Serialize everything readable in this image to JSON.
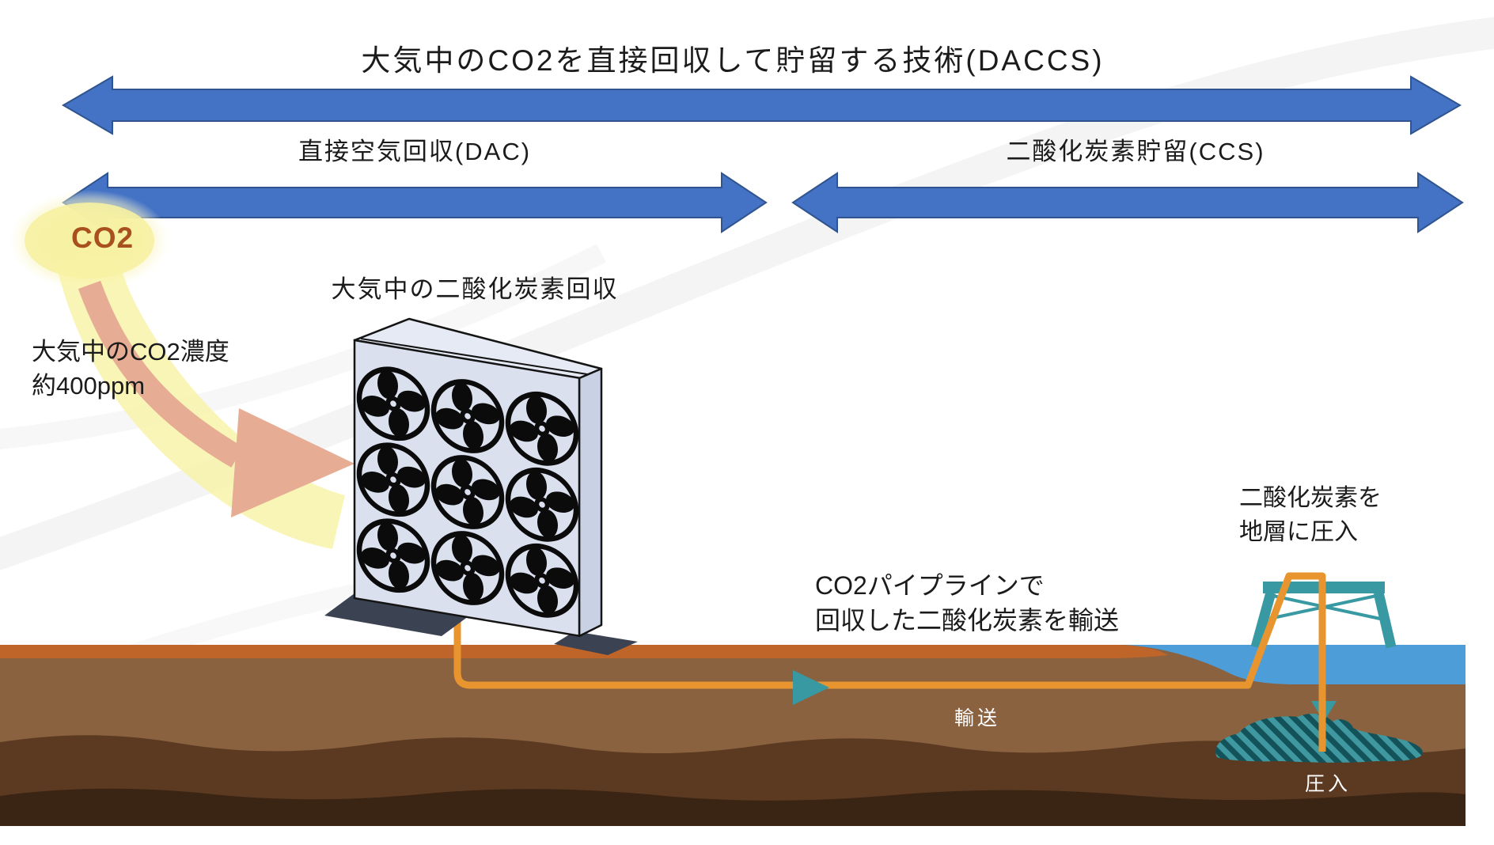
{
  "header": {
    "daccs_title": "大気中のCO2を直接回収して貯留する技術(DACCS)",
    "dac_label": "直接空気回収(DAC)",
    "ccs_label": "二酸化炭素貯留(CCS)"
  },
  "atmosphere": {
    "co2_badge": "CO2",
    "concentration_line1": "大気中のCO2濃度",
    "concentration_line2": "約400ppm"
  },
  "capture": {
    "label": "大気中の二酸化炭素回収",
    "fan_rows": 3,
    "fan_cols": 3
  },
  "transport": {
    "line1": "CO2パイプラインで",
    "line2": "回収した二酸化炭素を輸送",
    "flow_label": "輸送"
  },
  "storage": {
    "line1": "二酸化炭素を",
    "line2": "地層に圧入",
    "flow_label": "圧入"
  },
  "palette": {
    "arrow_blue": "#4472c4",
    "arrow_border": "#2f548f",
    "co2_text": "#a8511f",
    "glow_yellow": "#f6f1a2",
    "salmon": "#e6ac94",
    "unit_face": "#dae0ee",
    "unit_side": "#c9d1e4",
    "unit_top": "#e6eaf4",
    "shadow_slate": "#3b4251",
    "pipe_orange": "#e8952f",
    "teal": "#3999a3",
    "water_blue": "#4d9ed8",
    "soil_strip": "#c0652a",
    "soil_mid": "#8a6240",
    "soil_dark": "#5c3a21",
    "soil_darkest": "#3a2413",
    "hatch_dark": "#14525a",
    "hatch_light": "#3f98a0"
  }
}
